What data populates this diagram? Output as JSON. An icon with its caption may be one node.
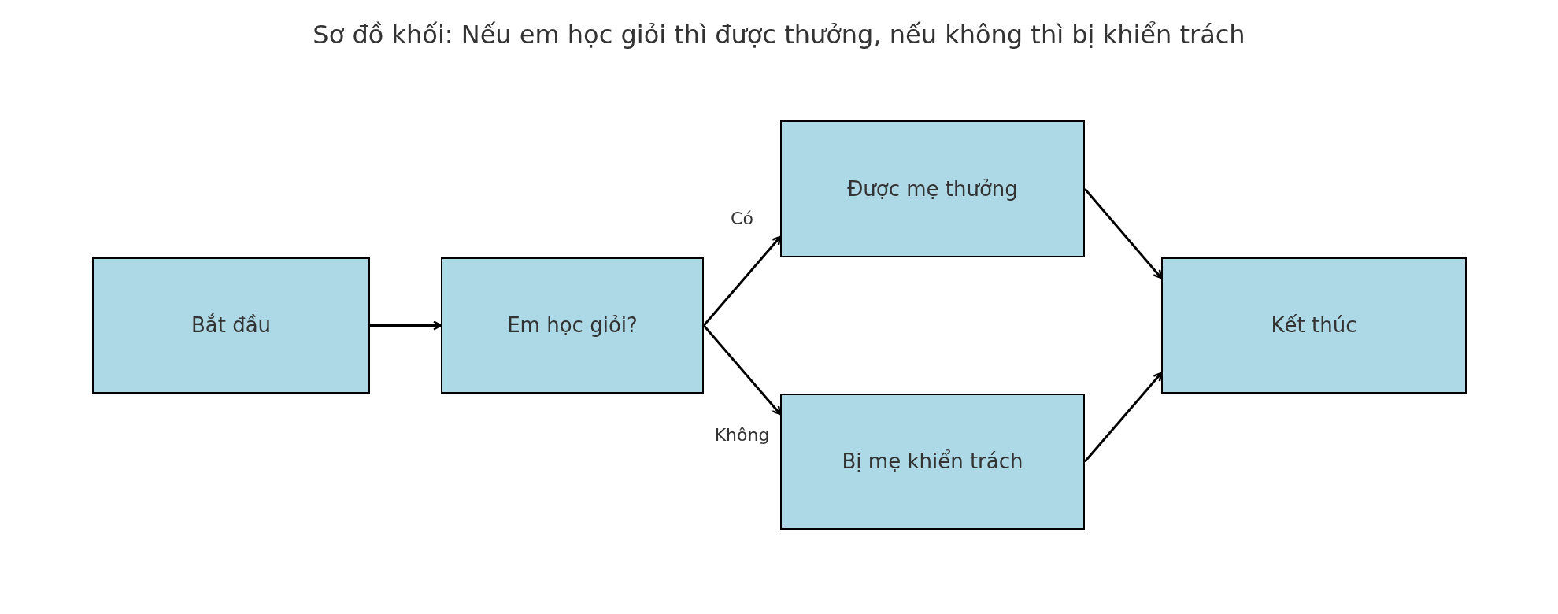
{
  "diagram": {
    "title": "Sơ đồ khối: Nếu em học giỏi thì được thưởng, nếu không thì bị khiển trách",
    "nodes": [
      {
        "text": [
          "Bắt đầu"
        ]
      },
      {
        "text": [
          "Em học giỏi?"
        ]
      },
      {
        "text": [
          "Được mẹ thưởng"
        ]
      },
      {
        "text": [
          "Bị mẹ khiển trách"
        ]
      },
      {
        "text": [
          "Kết thúc"
        ]
      }
    ],
    "edges": [
      {
        "from": 0,
        "to": 1,
        "arrow": "to"
      },
      {
        "from": 1,
        "to": 2,
        "arrow": "to",
        "label": "Có"
      },
      {
        "from": 1,
        "to": 3,
        "arrow": "to",
        "label": "Không"
      },
      {
        "from": 2,
        "to": 4,
        "arrow": "to"
      },
      {
        "from": 3,
        "to": 4,
        "arrow": "to"
      }
    ]
  }
}
